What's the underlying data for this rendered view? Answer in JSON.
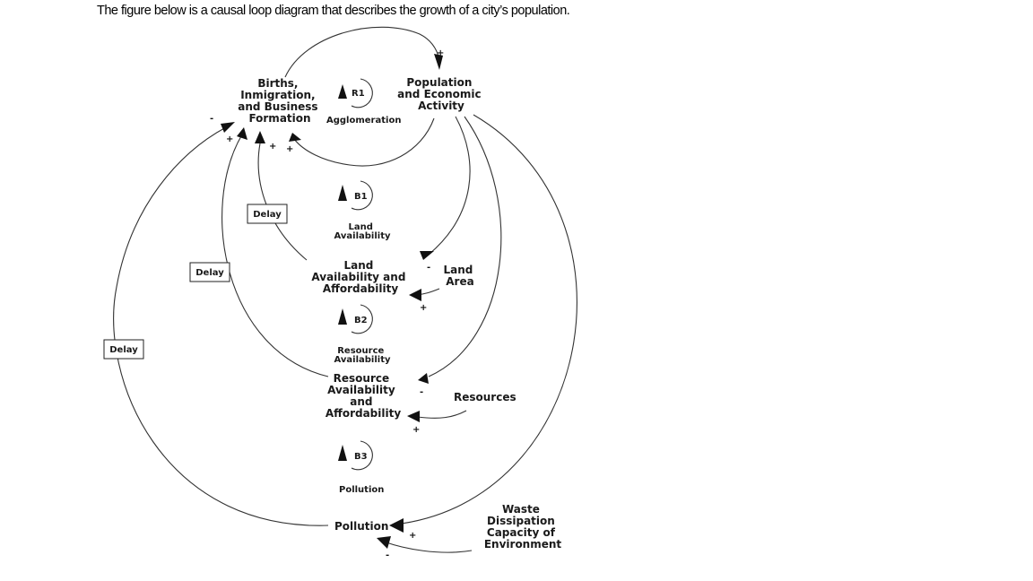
{
  "intro_text": "The figure below is a causal loop diagram that describes the growth of a city’s population.",
  "nodes": {
    "births": [
      "Births,",
      "Inmigration,",
      "and Business",
      "Formation"
    ],
    "population": [
      "Population",
      "and Economic",
      "Activity"
    ],
    "land_afford": [
      "Land",
      "Availability and",
      "Affordability"
    ],
    "land_area": [
      "Land",
      "Area"
    ],
    "resource_afford": [
      "Resource",
      "Availability",
      "and",
      "Affordability"
    ],
    "resources": "Resources",
    "pollution": "Pollution",
    "waste": [
      "Waste",
      "Dissipation",
      "Capacity of",
      "Environment"
    ]
  },
  "loops": [
    {
      "id": "R1",
      "name": "Agglomeration"
    },
    {
      "id": "B1",
      "name": [
        "Land",
        "Availability"
      ]
    },
    {
      "id": "B2",
      "name": [
        "Resource",
        "Availability"
      ]
    },
    {
      "id": "B3",
      "name": "Pollution"
    }
  ],
  "delay_label": "Delay",
  "polarity": {
    "plus": "+",
    "minus": "-"
  }
}
